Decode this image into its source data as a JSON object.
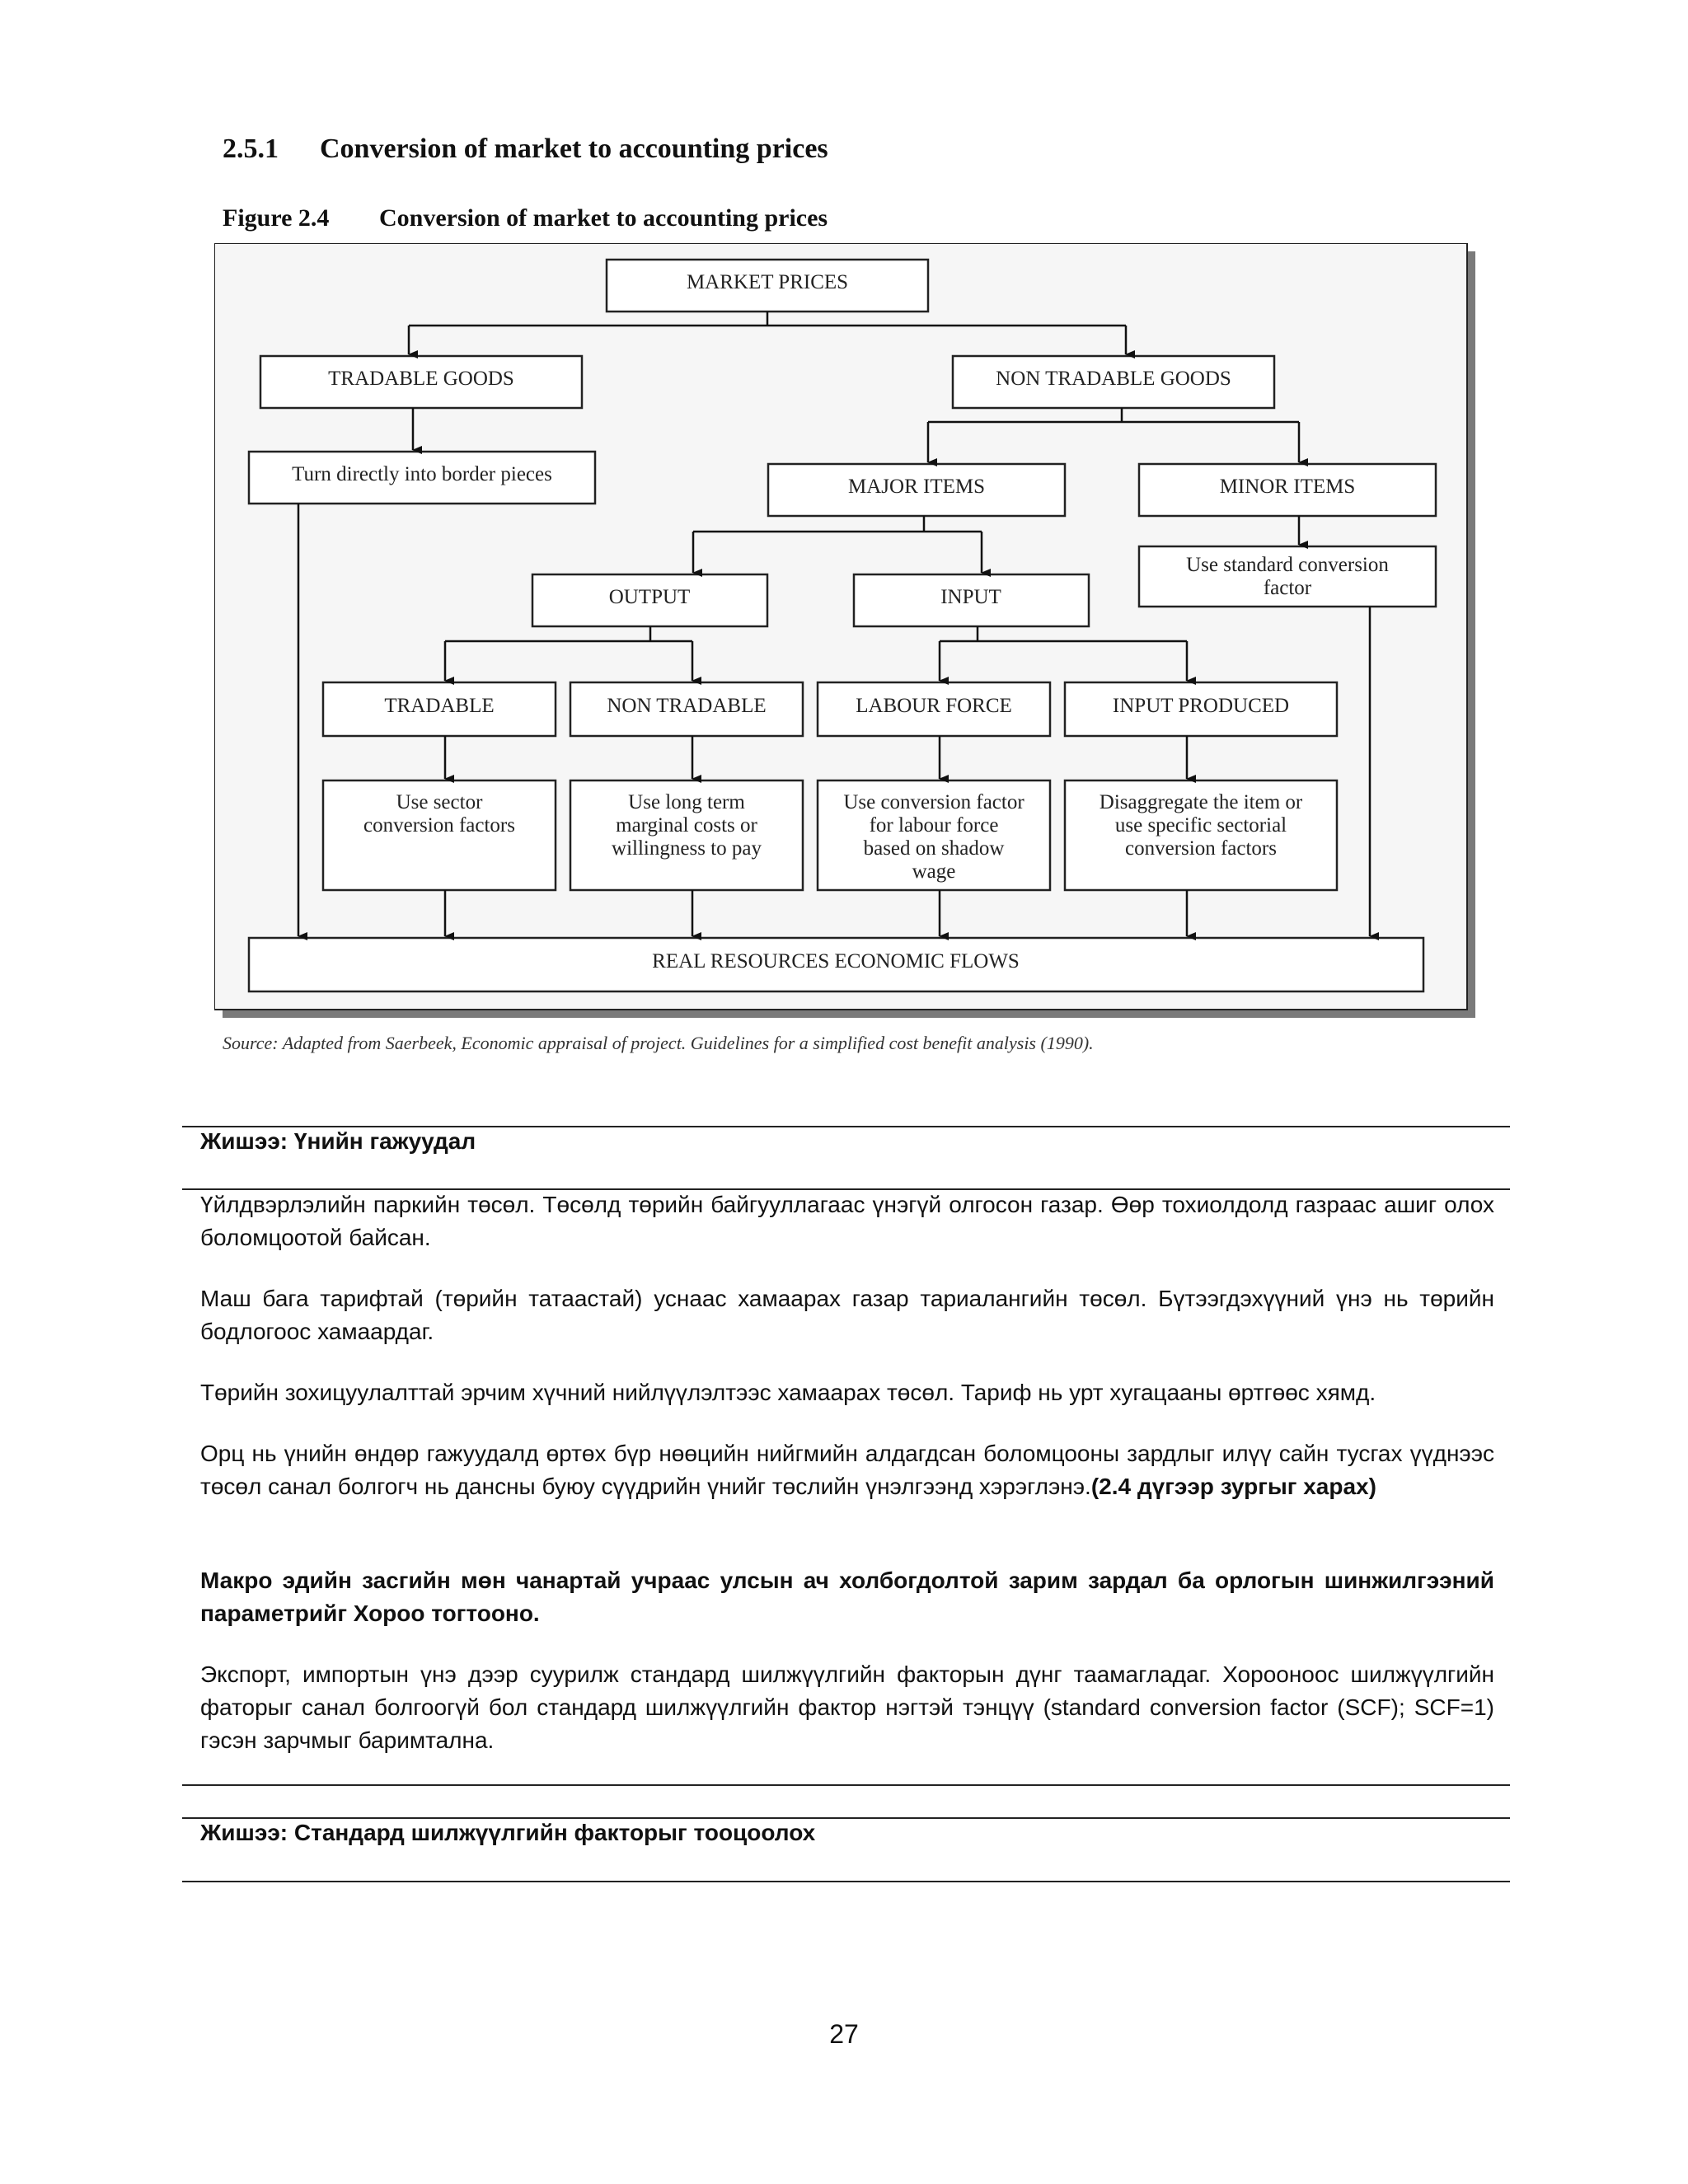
{
  "section": {
    "number": "2.5.1",
    "title": "Conversion of market to accounting prices"
  },
  "figure": {
    "number": "Figure 2.4",
    "title": "Conversion of market to accounting prices",
    "boxes": {
      "market_prices": "MARKET PRICES",
      "tradable_goods": "TRADABLE GOODS",
      "non_tradable_goods": "NON TRADABLE GOODS",
      "border_prices": "Turn directly into border pieces",
      "major_items": "MAJOR ITEMS",
      "minor_items": "MINOR ITEMS",
      "standard_conversion": [
        "Use standard conversion",
        "factor"
      ],
      "output": "OUTPUT",
      "input": "INPUT",
      "tradable": "TRADABLE",
      "non_tradable": "NON TRADABLE",
      "labour_force": "LABOUR FORCE",
      "input_produced": "INPUT PRODUCED",
      "sector_factors": [
        "Use sector",
        "conversion factors"
      ],
      "long_term_costs": [
        "Use long term",
        "marginal costs or",
        "willingness to pay"
      ],
      "shadow_wage": [
        "Use conversion factor",
        "for labour force",
        "based on shadow",
        "wage"
      ],
      "disaggregate": [
        "Disaggregate the item or",
        "use specific sectorial",
        "conversion factors"
      ],
      "real_resources": "REAL RESOURCES ECONOMIC FLOWS"
    },
    "source": "Source: Adapted from Saerbeek, Economic appraisal of project. Guidelines for a simplified cost benefit analysis (1990)."
  },
  "example1": {
    "label": "Жишээ: Үнийн гажуудал",
    "p1": "Үйлдвэрлэлийн паркийн төсөл. Төсөлд төрийн байгууллагаас үнэгүй олгосон газар. Өөр тохиолдолд газраас ашиг олох боломцоотой байсан.",
    "p2": "Маш бага тарифтай (төрийн татаастай) уснаас хамаарах газар тариалангийн төсөл. Бүтээгдэхүүний үнэ нь төрийн бодлогоос хамаардаг.",
    "p3": "Төрийн зохицуулалттай эрчим хүчний нийлүүлэлтээс хамаарах төсөл. Тариф нь урт хугацааны өртгөөс хямд.",
    "p4_text": "Орц нь үнийн өндөр гажуудалд өртөх бүр нөөцийн нийгмийн алдагдсан боломцооны зардлыг илүү сайн тусгах үүднээс төсөл санал болгогч нь дансны буюу сүүдрийн үнийг төслийн үнэлгээнд хэрэглэнэ.",
    "p4_bold": "(2.4 дүгээр зургыг харах)",
    "p5": "Макро эдийн засгийн мөн чанартай учраас улсын ач холбогдолтой зарим зардал ба орлогын шинжилгээний параметрийг Хороо тогтооно.",
    "p6": "Экспорт, импортын үнэ дээр суурилж стандард шилжүүлгийн факторын дүнг таамагладаг. Хорооноос шилжүүлгийн фаторыг санал болгоогүй бол стандард шилжүүлгийн фактор нэгтэй тэнцүү (standard conversion factor (SCF); SCF=1) гэсэн зарчмыг баримтална."
  },
  "example2": {
    "label": "Жишээ: Стандард шилжүүлгийн факторыг тооцоолох"
  },
  "page_number": "27"
}
